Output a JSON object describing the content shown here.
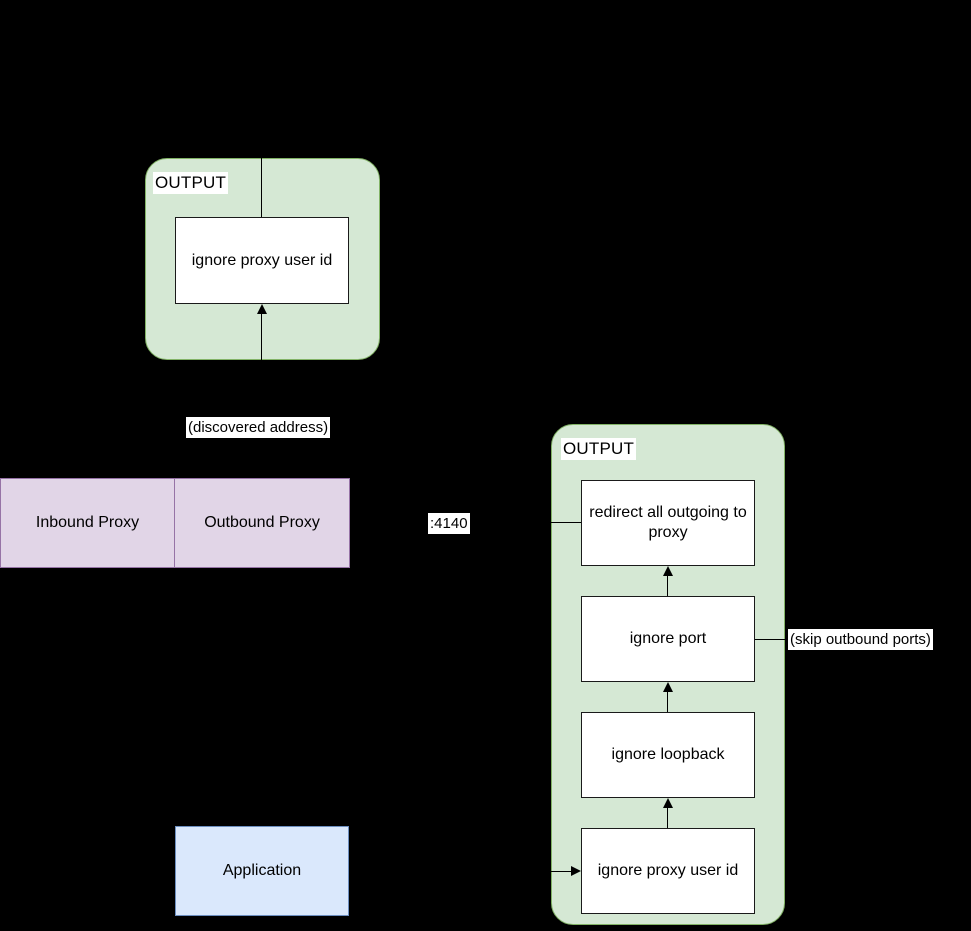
{
  "diagram": {
    "type": "flowchart",
    "background_color": "#000000",
    "palette": {
      "group_fill": "#d5e8d4",
      "group_stroke": "#82b366",
      "node_fill": "#ffffff",
      "node_stroke": "#1a1a1a",
      "purple_fill": "#e1d5e7",
      "purple_stroke": "#9673a6",
      "blue_fill": "#dae8fc",
      "blue_stroke": "#6c8ebf",
      "edge_color": "#000000",
      "label_bg": "#ffffff"
    },
    "groups": [
      {
        "id": "output-top",
        "title": "OUTPUT"
      },
      {
        "id": "output-bottom",
        "title": "OUTPUT"
      }
    ],
    "nodes": [
      {
        "id": "top-ignore-proxy-user-id",
        "label": "ignore proxy user id"
      },
      {
        "id": "inbound-proxy",
        "label": "Inbound Proxy"
      },
      {
        "id": "outbound-proxy",
        "label": "Outbound Proxy"
      },
      {
        "id": "application",
        "label": "Application"
      },
      {
        "id": "redirect-all-outgoing-to-proxy",
        "label": "redirect all outgoing to proxy"
      },
      {
        "id": "ignore-port",
        "label": "ignore port"
      },
      {
        "id": "ignore-loopback",
        "label": "ignore loopback"
      },
      {
        "id": "bottom-ignore-proxy-user-id",
        "label": "ignore proxy user id"
      }
    ],
    "edge_labels": [
      {
        "id": "discovered-address",
        "text": "(discovered address)"
      },
      {
        "id": "port-4140",
        "text": ":4140"
      },
      {
        "id": "skip-outbound-ports",
        "text": "(skip outbound ports)"
      }
    ]
  }
}
